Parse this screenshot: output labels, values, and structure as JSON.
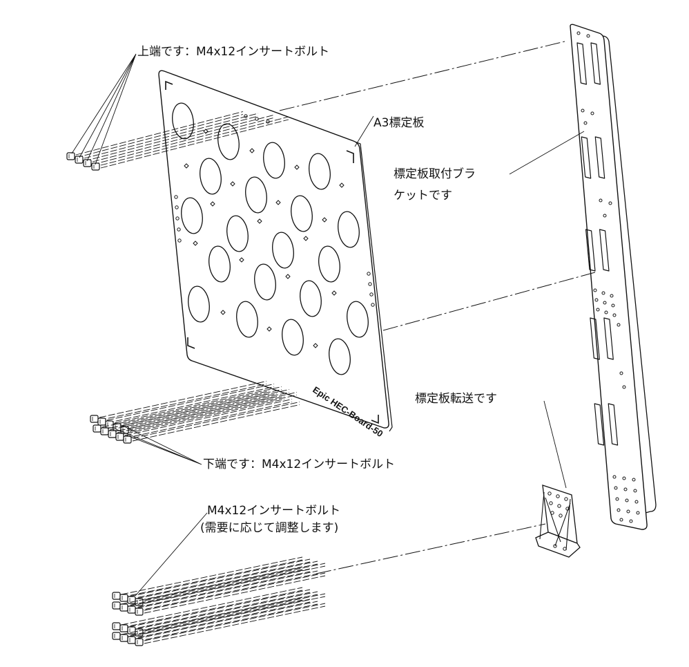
{
  "labels": {
    "top_bolts": "上端です：M4x12インサートボルト",
    "board": "A3標定板",
    "bracket_line1": "標定板取付ブラ",
    "bracket_line2": "ケットです",
    "transfer": "標定板転送です",
    "bottom_bolts": "下端です：M4x12インサートボルト",
    "adjust_bolts_line1": "M4x12インサートボルト",
    "adjust_bolts_line2": "(需要に応じて調整します)"
  },
  "board_marking": "Epic HEC-Board-50",
  "colors": {
    "line": "#111111",
    "background": "#ffffff"
  }
}
